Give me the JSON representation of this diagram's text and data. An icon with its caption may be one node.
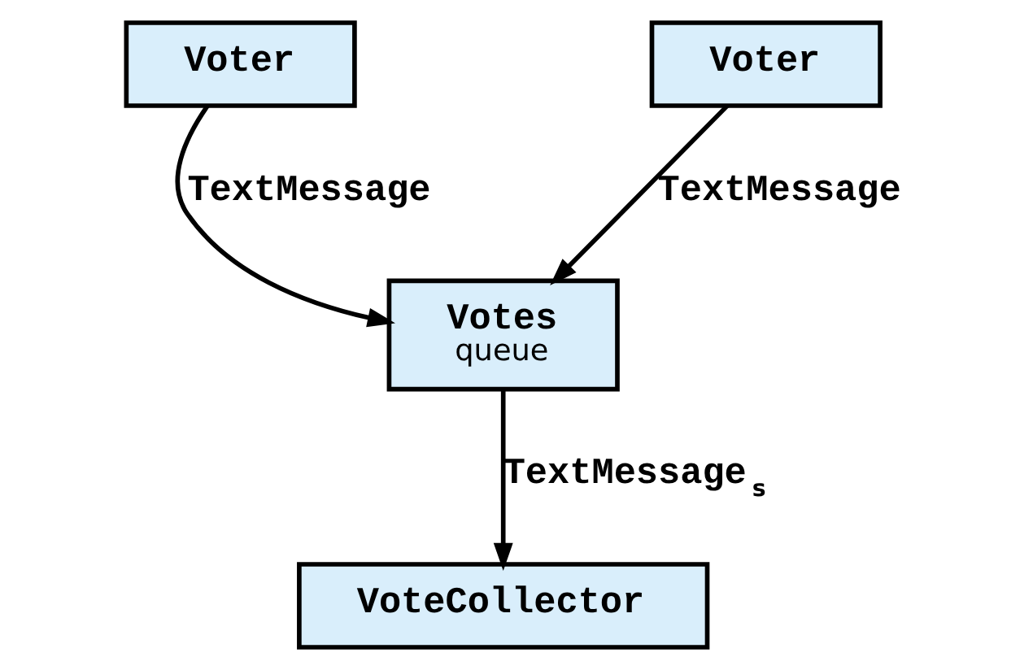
{
  "diagram": {
    "nodes": [
      {
        "text": [
          "Voter"
        ]
      },
      {
        "text": [
          "Voter"
        ]
      },
      {
        "text": [
          "Votes",
          "queue"
        ]
      },
      {
        "text": [
          "VoteCollector"
        ]
      }
    ],
    "edges": [
      {
        "from": 0,
        "to": 2,
        "arrow": "to",
        "label": "TextMessage"
      },
      {
        "from": 1,
        "to": 2,
        "arrow": "to",
        "label": "TextMessage"
      },
      {
        "from": 2,
        "to": 3,
        "arrow": "to",
        "label": "TextMessage$_{s}$"
      }
    ]
  }
}
